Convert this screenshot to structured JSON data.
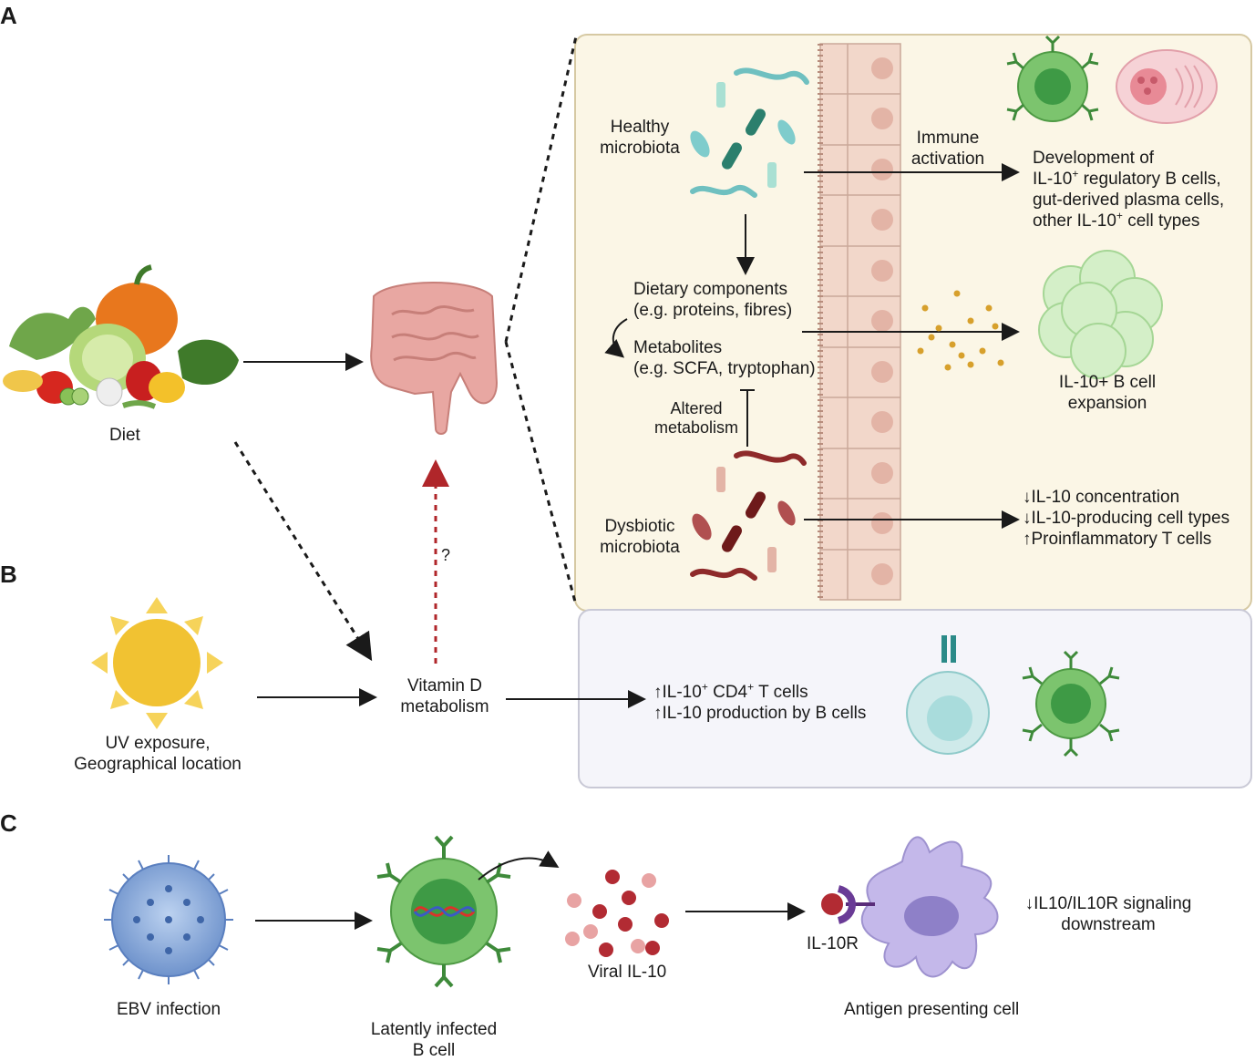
{
  "panels": {
    "a": "A",
    "b": "B",
    "c": "C"
  },
  "panel_a": {
    "diet": "Diet",
    "healthy": [
      "Healthy",
      "microbiota"
    ],
    "immune": [
      "Immune",
      "activation"
    ],
    "development": {
      "line1": "Development of",
      "line2_pre": "IL-10",
      "line2_sup": "+",
      "line2_post": " regulatory B cells,",
      "line3": "gut-derived plasma cells,",
      "line4_pre": "other IL-10",
      "line4_sup": "+",
      "line4_post": " cell types"
    },
    "dietary": [
      "Dietary components",
      "(e.g. proteins, fibres)"
    ],
    "metabolites": [
      "Metabolites",
      "(e.g. SCFA, tryptophan)"
    ],
    "expansion": [
      "IL-10+ B cell",
      "expansion"
    ],
    "altered": [
      "Altered",
      "metabolism"
    ],
    "dysbiotic": [
      "Dysbiotic",
      "microbiota"
    ],
    "effects": [
      "↓IL-10 concentration",
      "↓IL-10-producing cell types",
      "↑Proinflammatory T cells"
    ],
    "question": "?"
  },
  "panel_b": {
    "uv": [
      "UV exposure,",
      "Geographical location"
    ],
    "vitd": [
      "Vitamin D",
      "metabolism"
    ],
    "effect1": {
      "pre": "↑IL-10",
      "sup1": "+",
      "mid": " CD4",
      "sup2": "+",
      "post": " T cells"
    },
    "effect2": "↑IL-10 production by B cells"
  },
  "panel_c": {
    "ebv": "EBV infection",
    "latent": [
      "Latently infected",
      "B cell"
    ],
    "viral": "Viral IL-10",
    "receptor": "IL-10R",
    "apc": "Antigen presenting cell",
    "signal": [
      "↓IL10/IL10R signaling",
      "downstream"
    ]
  },
  "colors": {
    "panel_a_box": "#fbf6e6",
    "panel_a_border": "#d6c9a3",
    "panel_b_box": "#f5f5fa",
    "panel_b_border": "#c9c9d6",
    "bcell_green": "#7cc46e",
    "tcell_blue": "#c5e6e6",
    "apc_purple": "#c4b8ea",
    "ebv_blue": "#7a9fd6",
    "gut_pink": "#e8a7a2",
    "red_dash": "#b0262a"
  }
}
